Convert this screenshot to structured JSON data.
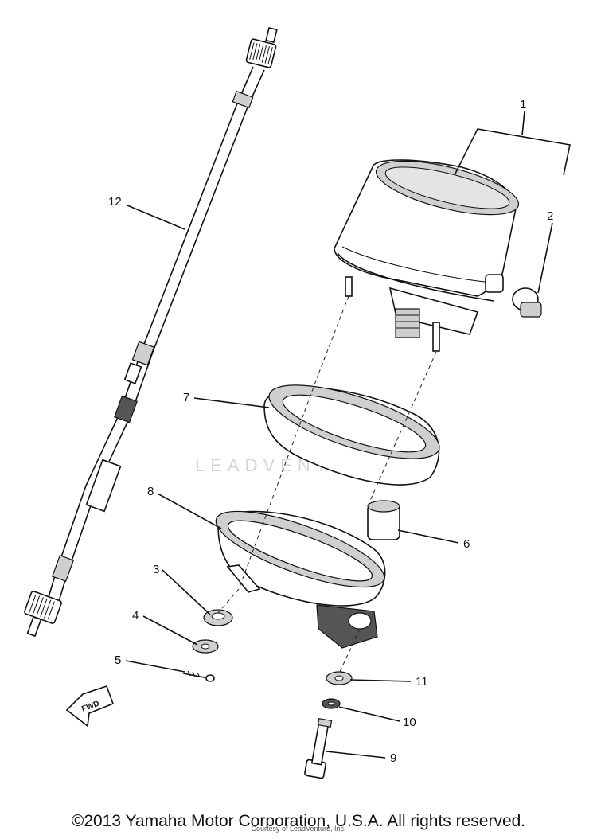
{
  "diagram": {
    "watermark": "LEADVENTURE",
    "fwd_label": "FWD",
    "callouts": [
      {
        "id": "1",
        "label": "1"
      },
      {
        "id": "2",
        "label": "2"
      },
      {
        "id": "3",
        "label": "3"
      },
      {
        "id": "4",
        "label": "4"
      },
      {
        "id": "5",
        "label": "5"
      },
      {
        "id": "6",
        "label": "6"
      },
      {
        "id": "7",
        "label": "7"
      },
      {
        "id": "8",
        "label": "8"
      },
      {
        "id": "9",
        "label": "9"
      },
      {
        "id": "10",
        "label": "10"
      },
      {
        "id": "11",
        "label": "11"
      },
      {
        "id": "12",
        "label": "12"
      }
    ]
  },
  "footer": {
    "copyright": "©2013 Yamaha Motor Corporation, U.S.A. All rights reserved.",
    "courtesy": "Courtesy of LeadVenture, Inc."
  }
}
